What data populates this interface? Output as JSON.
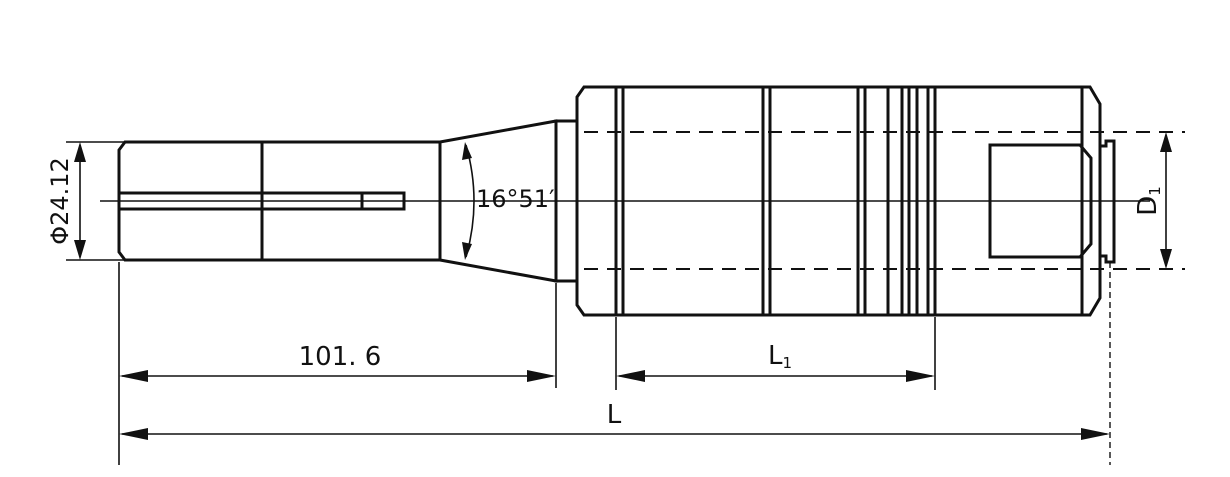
{
  "dimensions": {
    "shank_diameter": "Φ24.12",
    "taper_angle": "16°51′",
    "shank_length": "101. 6",
    "bore_length_label": "L",
    "bore_length_sub": "1",
    "total_length_label": "L",
    "bore_diameter_label": "D",
    "bore_diameter_sub": "1"
  }
}
